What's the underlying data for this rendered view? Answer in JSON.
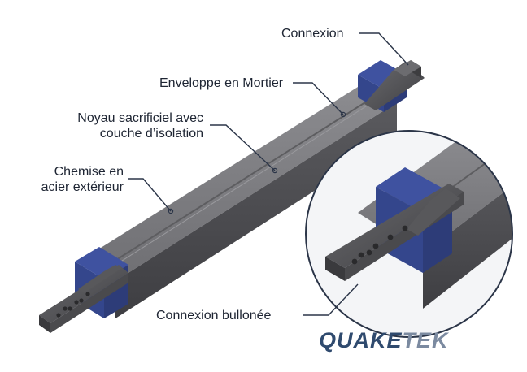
{
  "labels": {
    "connexion": "Connexion",
    "enveloppe": "Enveloppe en Mortier",
    "noyau_line1": "Noyau sacrificiel avec",
    "noyau_line2": "couche d’isolation",
    "chemise_line1": "Chemise en",
    "chemise_line2": "acier extérieur",
    "connexion_boulonnee": "Connexion bullonée"
  },
  "brand": {
    "part1": "QUAKE",
    "part2": "TEK"
  },
  "colors": {
    "steel_dark": "#4b4b4e",
    "steel_mid": "#6a6a6d",
    "steel_light": "#8a8a8e",
    "collar_blue": "#34468c",
    "leader_line": "#2b3548",
    "brand_dark": "#2f4a6e",
    "brand_light": "#7b8aa0"
  }
}
